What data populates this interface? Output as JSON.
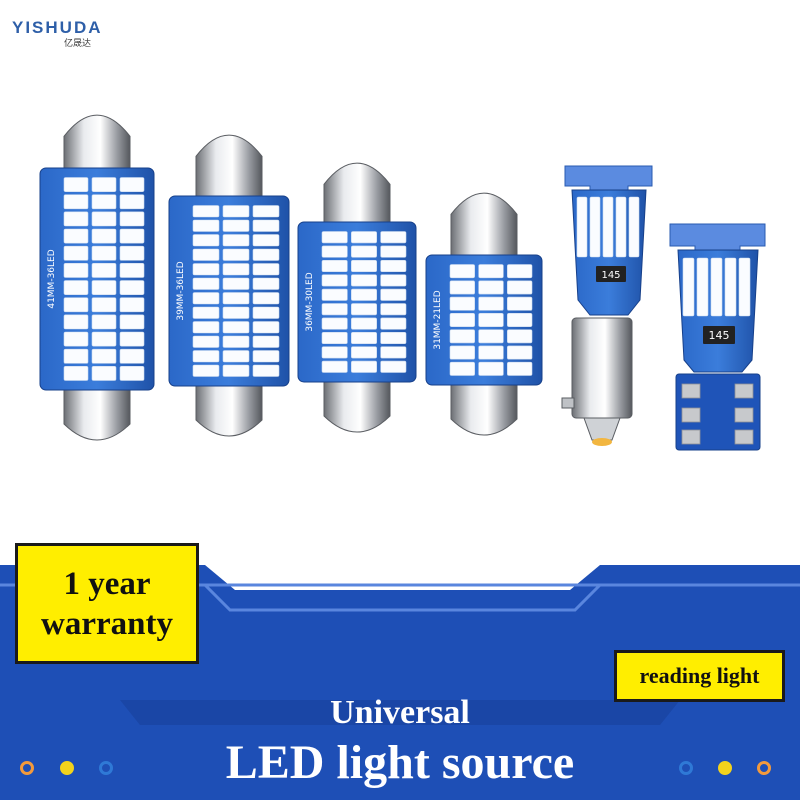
{
  "logo": {
    "wordmark": "YISHUDA",
    "subtitle": "亿晟达"
  },
  "bulbs": [
    {
      "label": "41MM-36LED",
      "kind": "festoon"
    },
    {
      "label": "39MM-36LED",
      "kind": "festoon"
    },
    {
      "label": "36MM-30LED",
      "kind": "festoon"
    },
    {
      "label": "31MM-21LED",
      "kind": "festoon"
    },
    {
      "label": "145",
      "kind": "ba9s"
    },
    {
      "label": "145",
      "kind": "t10"
    }
  ],
  "badges": {
    "warranty_line1": "1 year",
    "warranty_line2": "warranty",
    "reading": "reading light"
  },
  "headline": {
    "line1": "Universal",
    "line2": "LED light source"
  },
  "colors": {
    "brand_blue": "#1f4fb5",
    "badge_yellow": "#ffee00",
    "dot_orange": "#f39a3c",
    "dot_yellow": "#f3d31c",
    "dot_blue": "#2f79d6"
  }
}
